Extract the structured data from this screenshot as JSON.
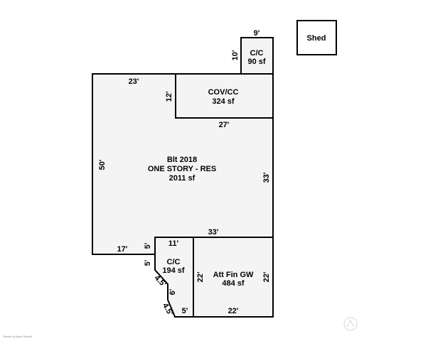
{
  "rooms": {
    "main": {
      "line1": "Blt 2018",
      "line2": "ONE STORY - RES",
      "line3": "2011 sf"
    },
    "cov": {
      "line1": "COV/CC",
      "line2": "324 sf"
    },
    "cc_top": {
      "line1": "C/C",
      "line2": "90 sf"
    },
    "shed": {
      "line1": "Shed"
    },
    "cc_bottom": {
      "line1": "C/C",
      "line2": "194 sf"
    },
    "garage": {
      "line1": "Att Fin GW",
      "line2": "484 sf"
    }
  },
  "dimensions": {
    "main_top": "23'",
    "main_left": "50'",
    "main_right": "33'",
    "main_bottom_left": "17'",
    "cov_left": "12'",
    "cov_bottom": "27'",
    "cc_top_width": "9'",
    "cc_top_height": "10'",
    "main_bottom_right": "33'",
    "cc_bottom_top": "11'",
    "cc_bottom_left_upper": "5'",
    "cc_bottom_left_lower": "5'",
    "diag_upper": "4.5'",
    "cc_bottom_inner": "6'",
    "diag_lower": "4.5'",
    "cc_bottom_base": "5'",
    "garage_left": "22'",
    "garage_right": "22'",
    "garage_bottom": "22'"
  },
  "footer": {
    "credit": "Sketch by Apex Sketch"
  }
}
